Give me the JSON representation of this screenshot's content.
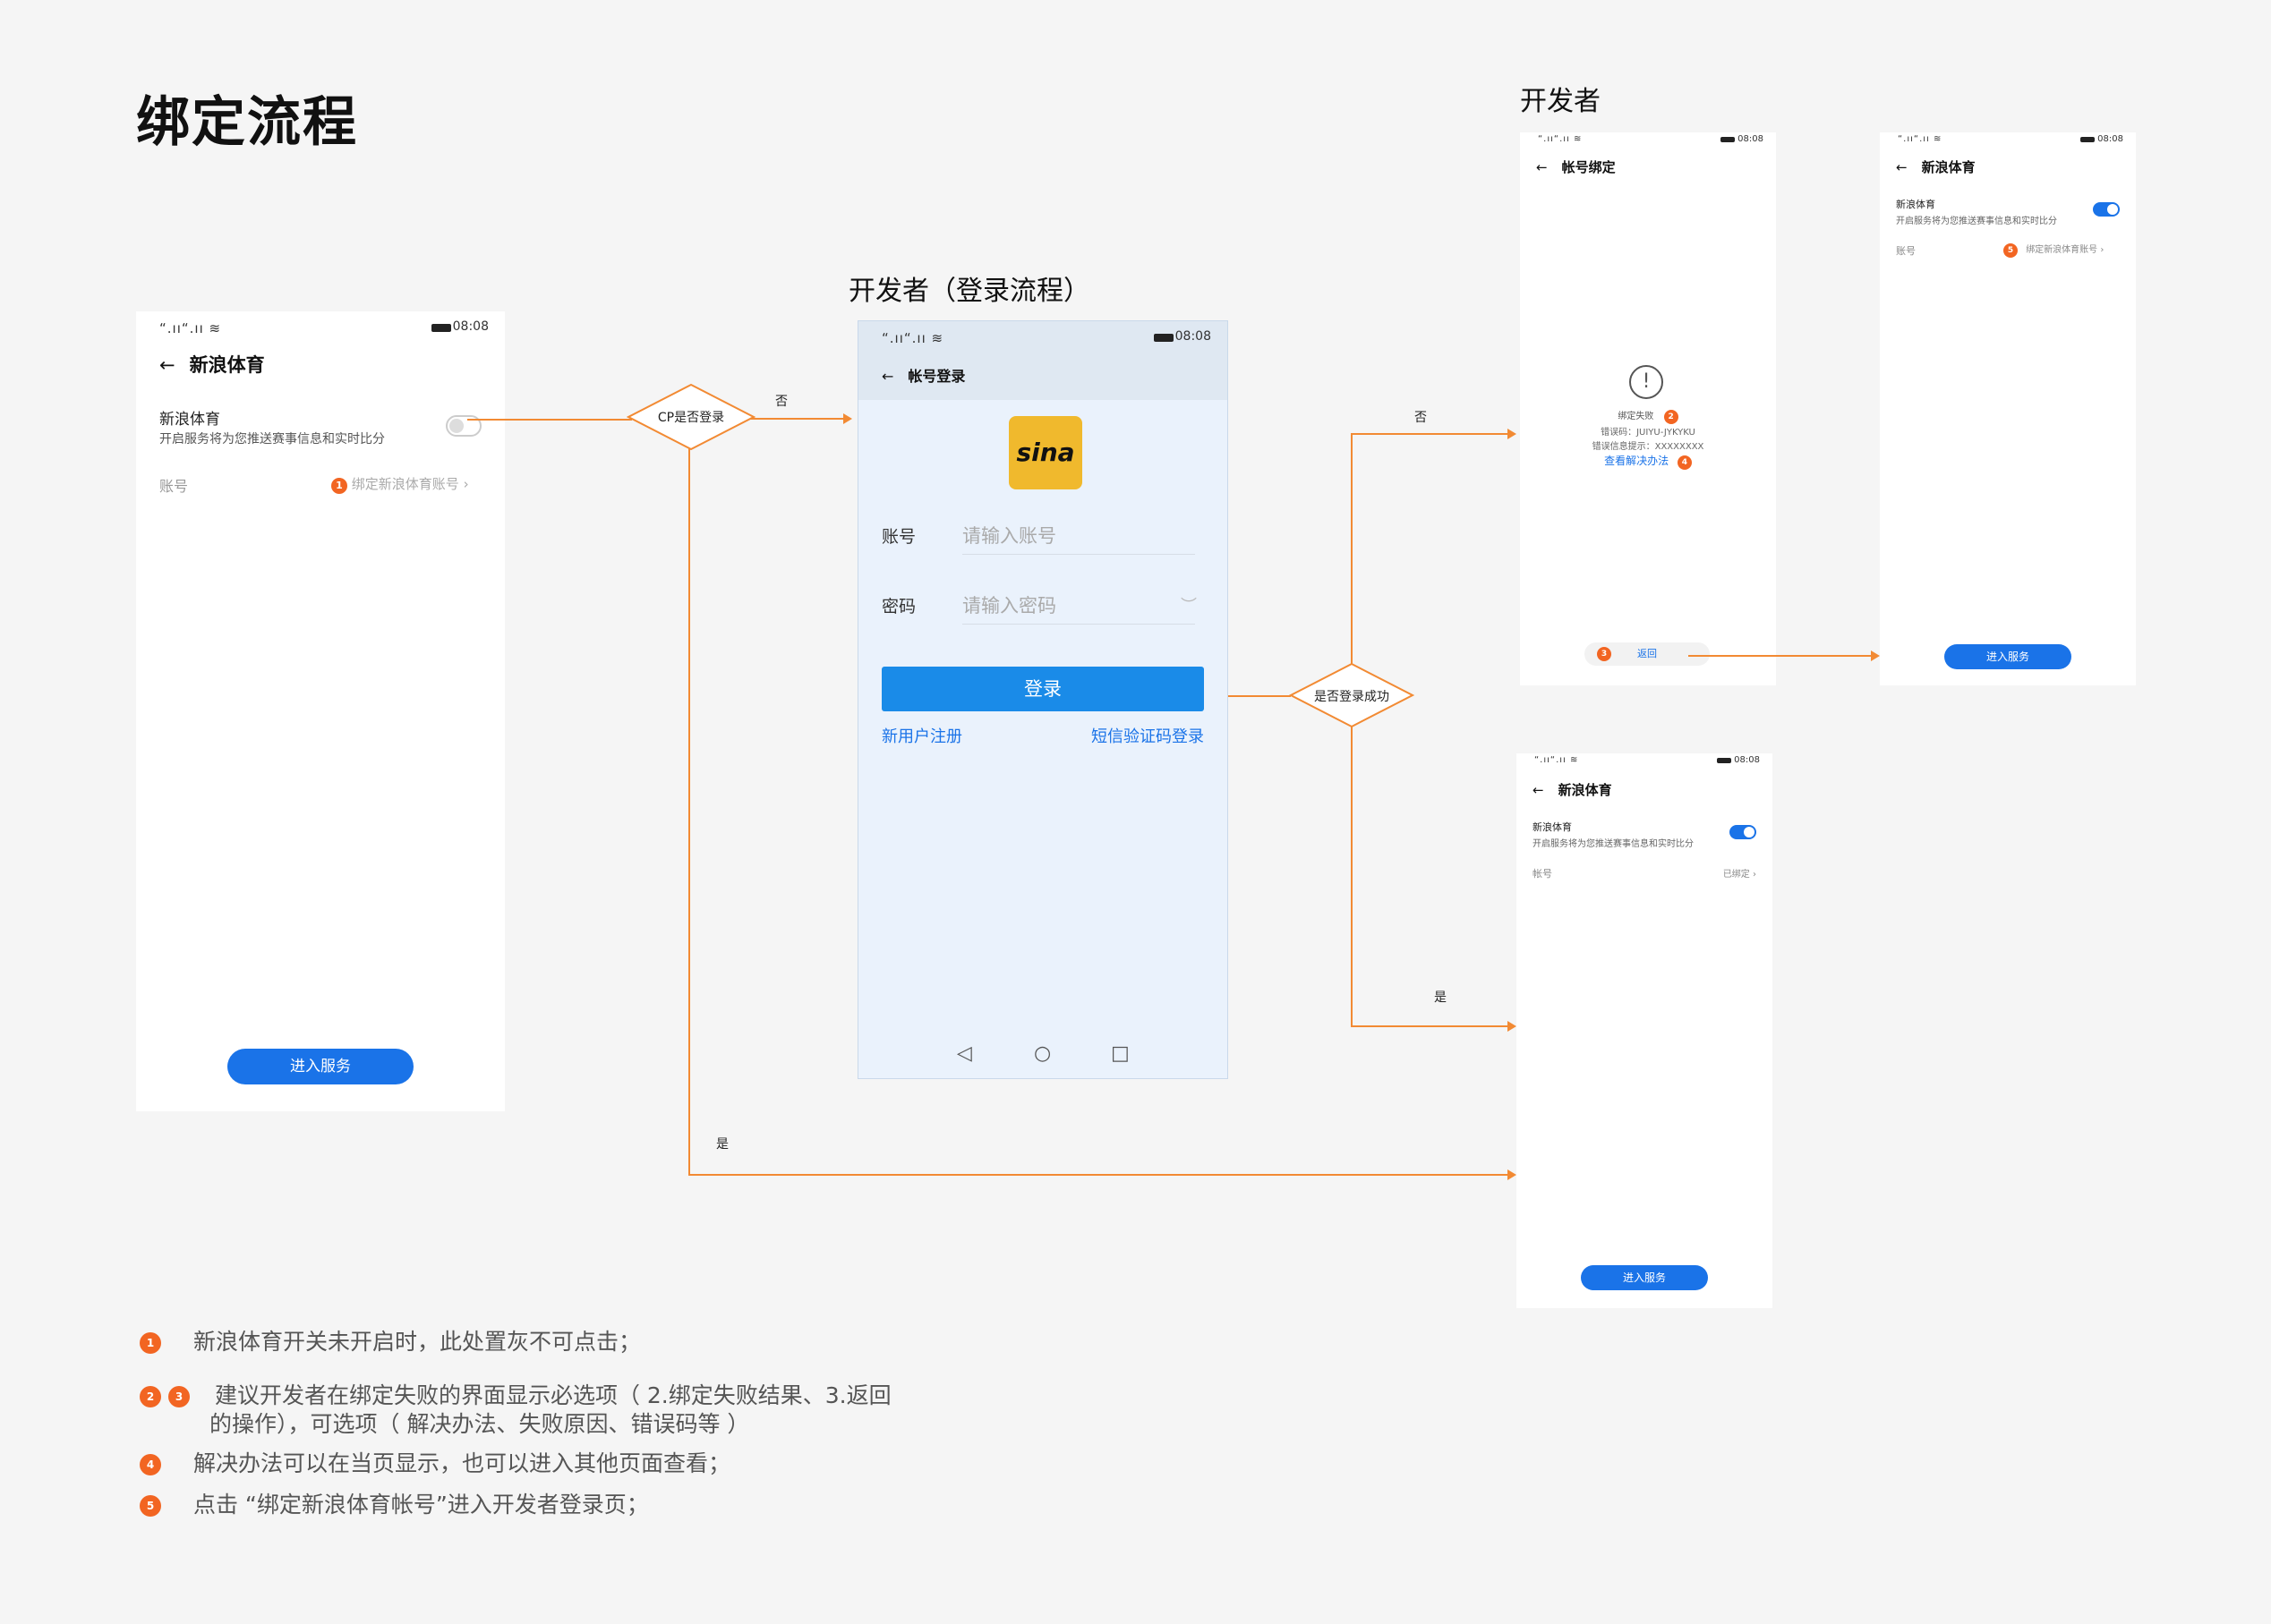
{
  "page_title": "绑定流程",
  "labels": {
    "developer_login_flow": "开发者（登录流程）",
    "developer": "开发者"
  },
  "phone1": {
    "signal": "“.ıı“.ıı ≋",
    "time": "08:08",
    "title": "新浪体育",
    "switch_title": "新浪体育",
    "switch_desc": "开启服务将为您推送赛事信息和实时比分",
    "account_label": "账号",
    "account_badge": "1",
    "account_value": "绑定新浪体育账号",
    "enter_button": "进入服务"
  },
  "phone2": {
    "signal": "“.ıı“.ıı ≋",
    "time": "08:08",
    "title": "帐号登录",
    "logo_text": "sina",
    "account_label": "账号",
    "account_placeholder": "请输入账号",
    "password_label": "密码",
    "password_placeholder": "请输入密码",
    "login_button": "登录",
    "register_link": "新用户注册",
    "sms_login_link": "短信验证码登录"
  },
  "phone3": {
    "signal": "“.ıı“.ıı ≋",
    "time": "08:08",
    "title": "帐号绑定",
    "fail_title": "绑定失败",
    "fail_badge": "2",
    "error_code": "错误码：JUIYU-JYKYKU",
    "error_hint": "错误信息提示：XXXXXXXX",
    "solution_link": "查看解决办法",
    "solution_badge": "4",
    "back_badge": "3",
    "back_button": "返回"
  },
  "phone4": {
    "signal": "“.ıı“.ıı ≋",
    "time": "08:08",
    "title": "新浪体育",
    "switch_title": "新浪体育",
    "switch_desc": "开启服务将为您推送赛事信息和实时比分",
    "account_label": "账号",
    "account_badge": "5",
    "account_value": "绑定新浪体育账号",
    "enter_button": "进入服务"
  },
  "phone5": {
    "signal": "“.ıı“.ıı ≋",
    "time": "08:08",
    "title": "新浪体育",
    "switch_title": "新浪体育",
    "switch_desc": "开启服务将为您推送赛事信息和实时比分",
    "account_label": "帐号",
    "account_value": "已绑定",
    "enter_button": "进入服务"
  },
  "flow": {
    "decision1": "CP是否登录",
    "decision1_no": "否",
    "decision1_yes": "是",
    "decision2": "是否登录成功",
    "decision2_no": "否",
    "decision2_yes": "是"
  },
  "notes": [
    {
      "badges": [
        "1"
      ],
      "text": "新浪体育开关未开启时，此处置灰不可点击；"
    },
    {
      "badges": [
        "2",
        "3"
      ],
      "text": "建议开发者在绑定失败的界面显示必选项（ 2.绑定失败结果、3.返回",
      "text2": "的操作），可选项（ 解决办法、失败原因、错误码等 ）"
    },
    {
      "badges": [
        "4"
      ],
      "text": "解决办法可以在当页显示，也可以进入其他页面查看；"
    },
    {
      "badges": [
        "5"
      ],
      "text": "点击 “绑定新浪体育帐号”进入开发者登录页；"
    }
  ]
}
